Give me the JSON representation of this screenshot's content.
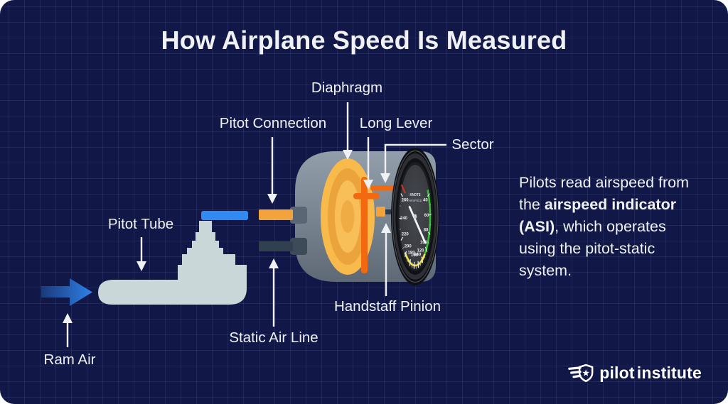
{
  "title": "How Airplane Speed Is Measured",
  "labels": {
    "diaphragm": "Diaphragm",
    "pitot_connection": "Pitot Connection",
    "long_lever": "Long Lever",
    "sector": "Sector",
    "pitot_tube": "Pitot Tube",
    "handstaff_pinion": "Handstaff Pinion",
    "static_air_line": "Static Air Line",
    "ram_air": "Ram Air"
  },
  "description": {
    "part1": "Pilots read airspeed from the ",
    "bold": "airspeed indicator (ASI)",
    "part2": ", which operates using the pitot-static system."
  },
  "gauge": {
    "unit_line1": "KNOTS",
    "unit_line2": "AIRSPEED",
    "numbers": [
      "40",
      "60",
      "80",
      "100",
      "120",
      "140",
      "160",
      "180",
      "200",
      "220",
      "240",
      "260"
    ],
    "angles": [
      64,
      88,
      110,
      132,
      152,
      168,
      184,
      200,
      220,
      243,
      268,
      296
    ],
    "green_arc": [
      57,
      140
    ],
    "yellow_arc": [
      140,
      223
    ],
    "redline_angle": 305,
    "needle_angle": 128
  },
  "logo": {
    "part1": "pilot",
    "part2": "institute"
  },
  "colors": {
    "background": "#111847",
    "text": "#EFF1F5",
    "lever_orange": "#F2690F",
    "diaphragm_light": "#F9BA4C",
    "diaphragm_dark": "#EBA43C",
    "pipe_blue": "#3189F2",
    "pipe_orange": "#F2A33C",
    "static_pipe": "#31404F",
    "tube_gray": "#C9D7D8",
    "housing_light": "#939EAB",
    "housing_dark": "#5E6975",
    "arc_green": "#2EC22E",
    "arc_yellow": "#F5E63C",
    "needle_red": "#D93025"
  }
}
